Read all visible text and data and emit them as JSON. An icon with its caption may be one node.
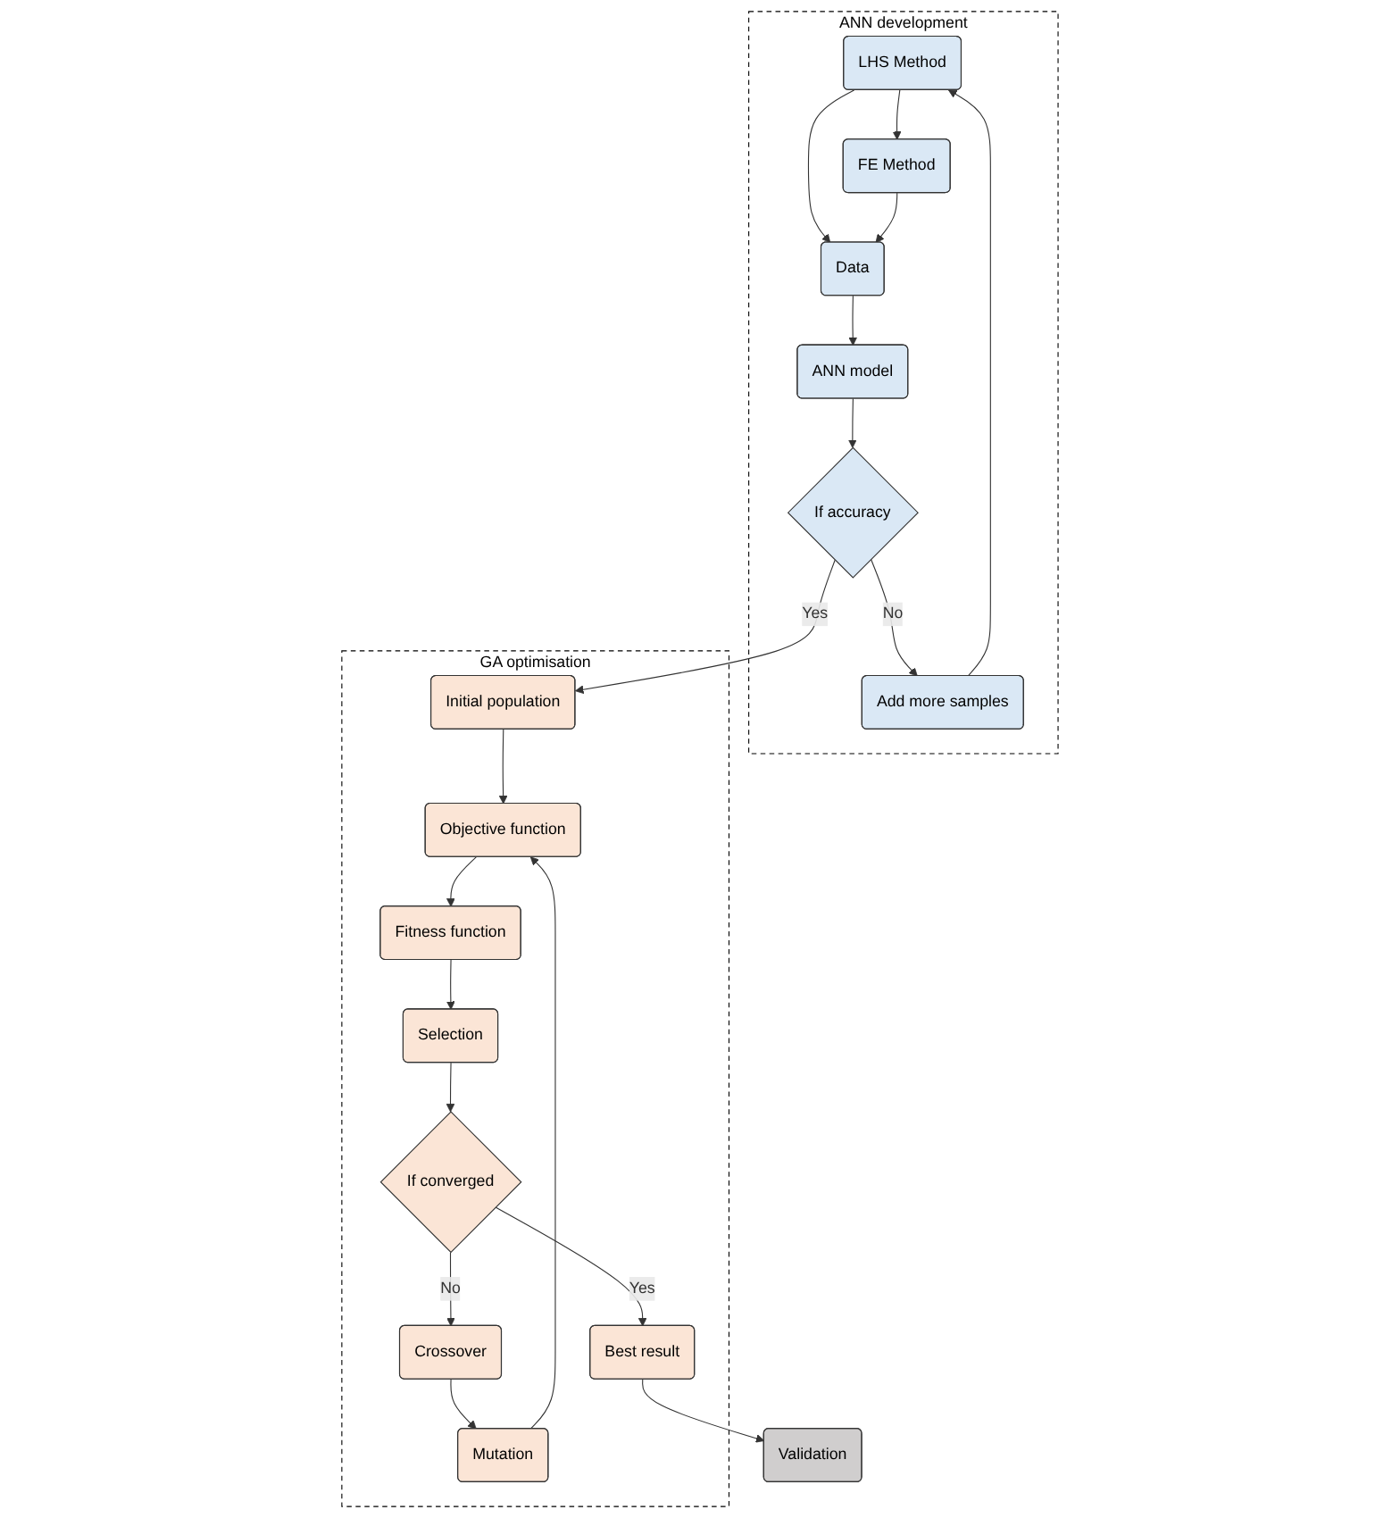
{
  "diagram": {
    "nodes": [
      {
        "text": [
          "ANN development"
        ]
      },
      {
        "text": [
          "LHS Method"
        ],
        "in": 0
      },
      {
        "text": [
          "FE Method"
        ],
        "in": 0
      },
      {
        "text": [
          "Data"
        ],
        "in": 0
      },
      {
        "text": [
          "ANN model"
        ],
        "in": 0
      },
      {
        "text": [
          "If accuracy"
        ],
        "in": 0
      },
      {
        "text": [
          "Add more samples"
        ],
        "in": 0
      },
      {
        "text": [
          "GA optimisation"
        ]
      },
      {
        "text": [
          "Initial population"
        ],
        "in": 7
      },
      {
        "text": [
          "Objective function"
        ],
        "in": 7
      },
      {
        "text": [
          "Fitness function"
        ],
        "in": 7
      },
      {
        "text": [
          "Selection"
        ],
        "in": 7
      },
      {
        "text": [
          "If converged"
        ],
        "in": 7
      },
      {
        "text": [
          "Crossover"
        ],
        "in": 7
      },
      {
        "text": [
          "Mutation"
        ],
        "in": 7
      },
      {
        "text": [
          "Best result"
        ],
        "in": 7
      },
      {
        "text": [
          "Validation"
        ]
      }
    ],
    "edges": [
      {
        "from": 1,
        "to": 2,
        "arrow": "to"
      },
      {
        "from": 1,
        "to": 3,
        "arrow": "to"
      },
      {
        "from": 2,
        "to": 3,
        "arrow": "to"
      },
      {
        "from": 3,
        "to": 4,
        "arrow": "to"
      },
      {
        "from": 4,
        "to": 5,
        "arrow": "to"
      },
      {
        "from": 5,
        "to": 6,
        "arrow": "to",
        "label": "No"
      },
      {
        "from": 6,
        "to": 1,
        "arrow": "to"
      },
      {
        "from": 5,
        "to": 8,
        "arrow": "to",
        "label": "Yes"
      },
      {
        "from": 8,
        "to": 9,
        "arrow": "to"
      },
      {
        "from": 9,
        "to": 10,
        "arrow": "to"
      },
      {
        "from": 10,
        "to": 11,
        "arrow": "to"
      },
      {
        "from": 11,
        "to": 12,
        "arrow": "to"
      },
      {
        "from": 12,
        "to": 13,
        "arrow": "to",
        "label": "No"
      },
      {
        "from": 13,
        "to": 14,
        "arrow": "to"
      },
      {
        "from": 14,
        "to": 9,
        "arrow": "to"
      },
      {
        "from": 12,
        "to": 15,
        "arrow": "to",
        "label": "Yes"
      },
      {
        "from": 15,
        "to": 16,
        "arrow": "to"
      }
    ]
  }
}
